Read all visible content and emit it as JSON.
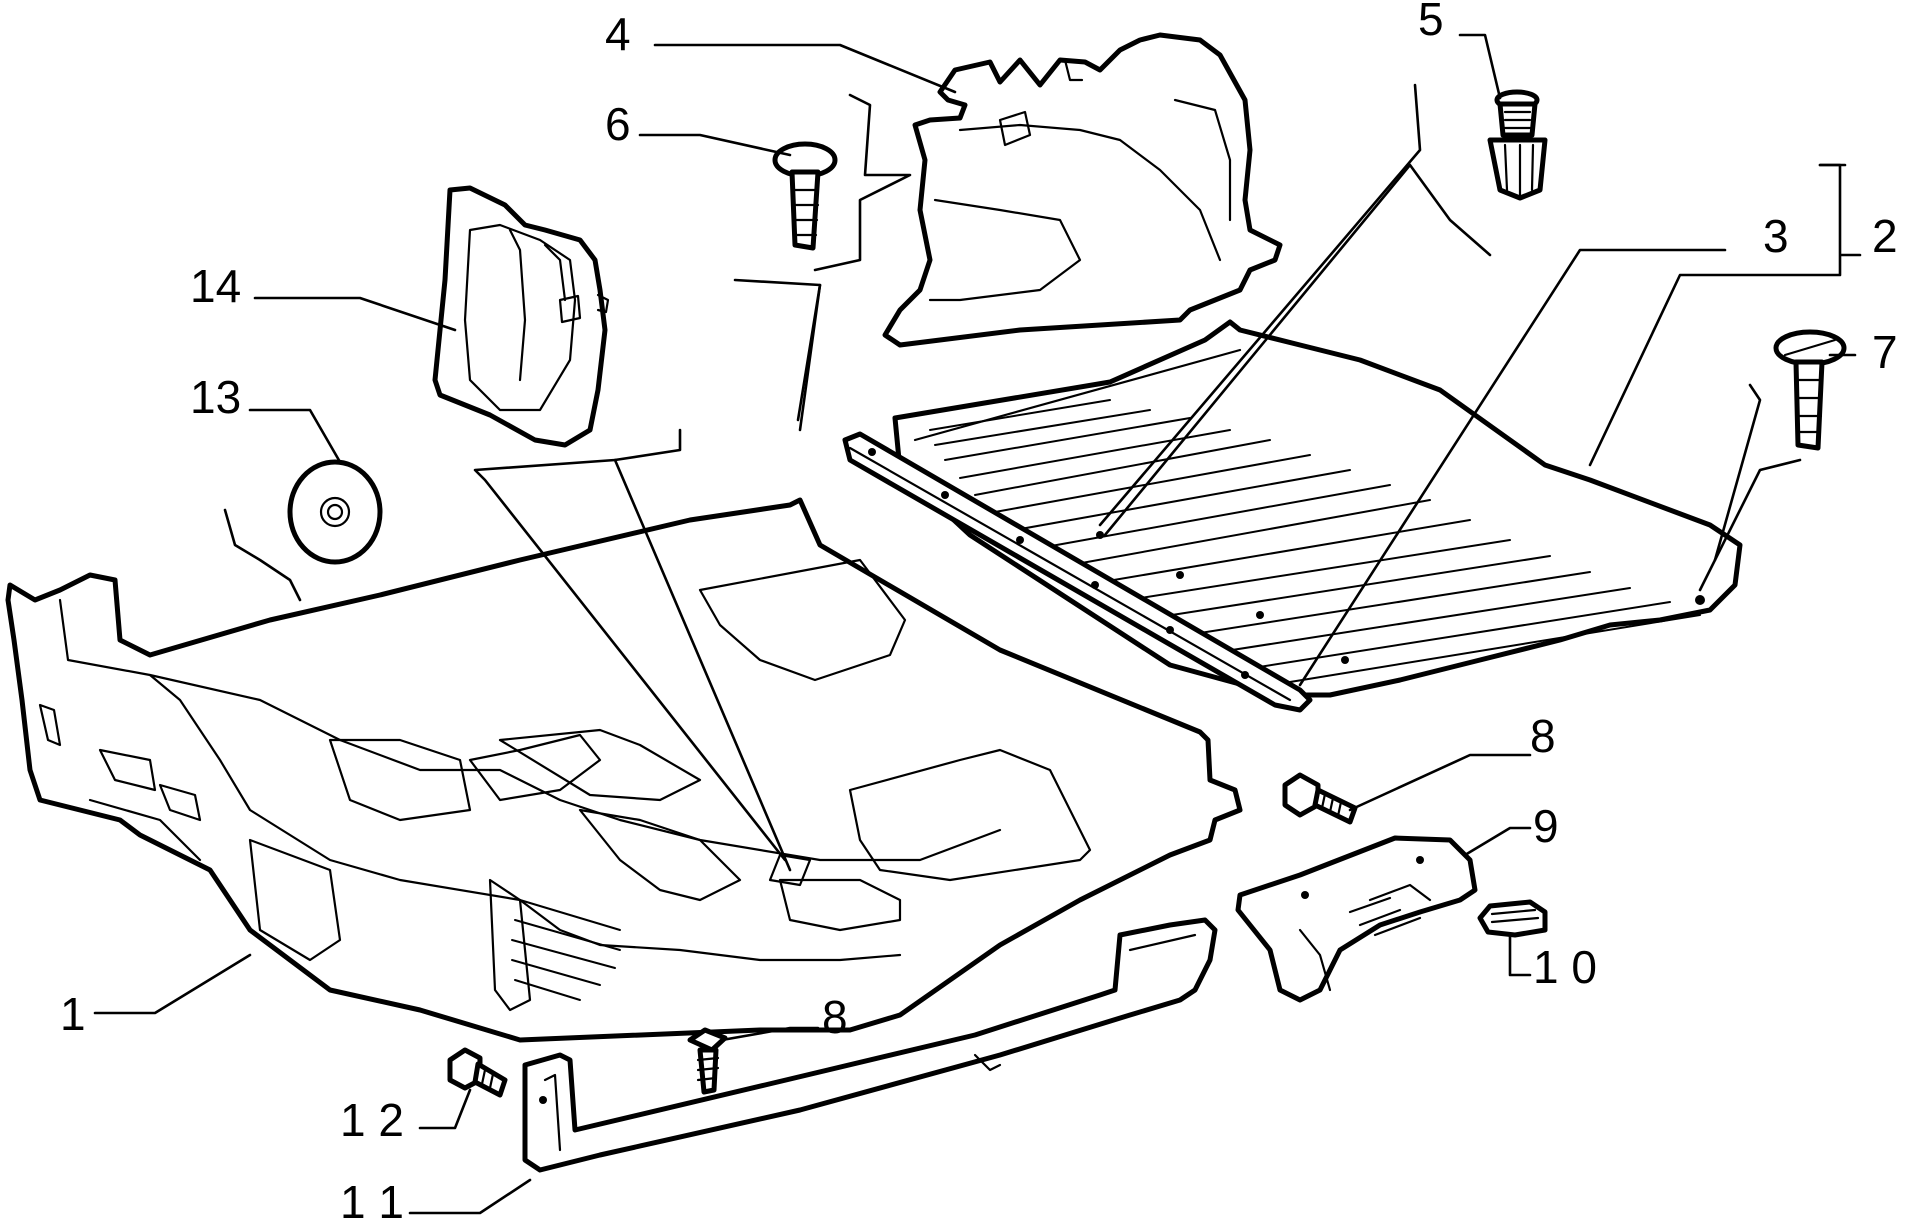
{
  "diagram": {
    "callouts": [
      {
        "id": "c1",
        "text": "1"
      },
      {
        "id": "c2",
        "text": "2"
      },
      {
        "id": "c3",
        "text": "3"
      },
      {
        "id": "c4",
        "text": "4"
      },
      {
        "id": "c5",
        "text": "5"
      },
      {
        "id": "c6",
        "text": "6"
      },
      {
        "id": "c7",
        "text": "7"
      },
      {
        "id": "c8a",
        "text": "8"
      },
      {
        "id": "c8b",
        "text": "8"
      },
      {
        "id": "c9",
        "text": "9"
      },
      {
        "id": "c10",
        "text": "1 0"
      },
      {
        "id": "c11",
        "text": "1 1"
      },
      {
        "id": "c12",
        "text": "1 2"
      },
      {
        "id": "c13",
        "text": "13"
      },
      {
        "id": "c14",
        "text": "14"
      }
    ]
  }
}
